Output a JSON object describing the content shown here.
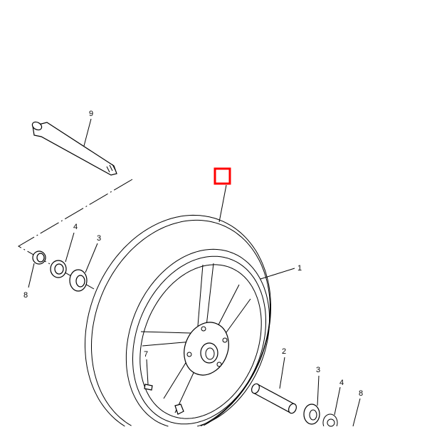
{
  "diagram": {
    "callouts": [
      {
        "id": "callout-9",
        "label": "9"
      },
      {
        "id": "callout-4-left",
        "label": "4"
      },
      {
        "id": "callout-3-left",
        "label": "3"
      },
      {
        "id": "callout-8-left",
        "label": "8"
      },
      {
        "id": "callout-1",
        "label": "1"
      },
      {
        "id": "callout-2",
        "label": "2"
      },
      {
        "id": "callout-7",
        "label": "7"
      },
      {
        "id": "callout-3-right",
        "label": "3"
      },
      {
        "id": "callout-4-right",
        "label": "4"
      },
      {
        "id": "callout-8-right",
        "label": "8"
      }
    ],
    "highlight_color": "#ff0000"
  }
}
